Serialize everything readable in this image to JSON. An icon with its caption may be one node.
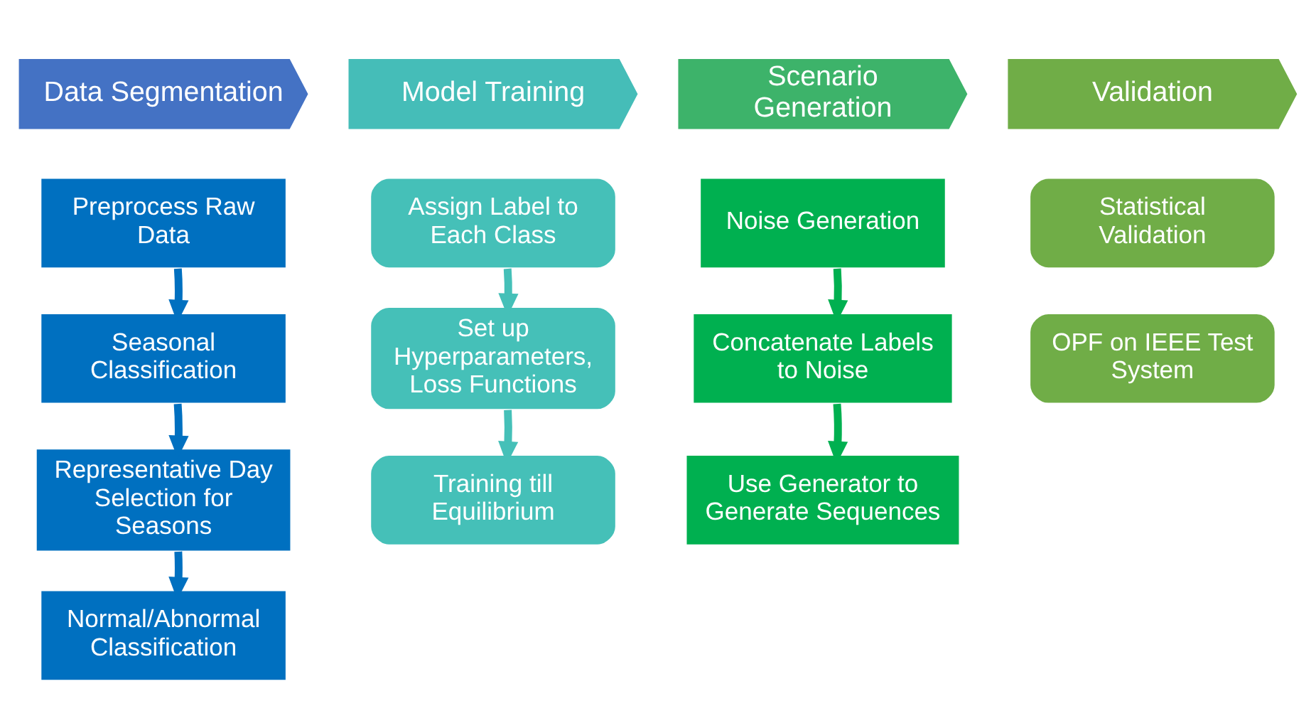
{
  "diagram": {
    "nodes": [
      {
        "text": [
          "Data Segmentation"
        ]
      },
      {
        "text": [
          "Model Training"
        ]
      },
      {
        "text": [
          "Scenario Generation"
        ]
      },
      {
        "text": [
          "Validation"
        ]
      },
      {
        "text": [
          "Preprocess Raw Data"
        ]
      },
      {
        "text": [
          "Seasonal Classification"
        ]
      },
      {
        "text": [
          "Representative Day Selection for Seasons"
        ]
      },
      {
        "text": [
          "Normal/Abnormal Classification"
        ]
      },
      {
        "text": [
          "Assign Label to Each Class"
        ]
      },
      {
        "text": [
          "Set up Hyperparameters, Loss Functions"
        ]
      },
      {
        "text": [
          "Training till Equilibrium"
        ]
      },
      {
        "text": [
          "Noise Generation"
        ]
      },
      {
        "text": [
          "Concatenate Labels to Noise"
        ]
      },
      {
        "text": [
          "Use Generator to Generate Sequences"
        ]
      },
      {
        "text": [
          "Statistical Validation"
        ]
      },
      {
        "text": [
          "OPF on IEEE Test System"
        ]
      }
    ],
    "edges": [
      {
        "from": 4,
        "to": 5,
        "arrow": "to",
        "color": "#0070c0"
      },
      {
        "from": 5,
        "to": 6,
        "arrow": "to",
        "color": "#0070c0"
      },
      {
        "from": 6,
        "to": 7,
        "arrow": "to",
        "color": "#0070c0"
      },
      {
        "from": 8,
        "to": 9,
        "arrow": "to",
        "color": "#45c0b8"
      },
      {
        "from": 9,
        "to": 10,
        "arrow": "to",
        "color": "#45c0b8"
      },
      {
        "from": 11,
        "to": 12,
        "arrow": "to",
        "color": "#00b050"
      },
      {
        "from": 12,
        "to": 13,
        "arrow": "to",
        "color": "#00b050"
      }
    ]
  }
}
